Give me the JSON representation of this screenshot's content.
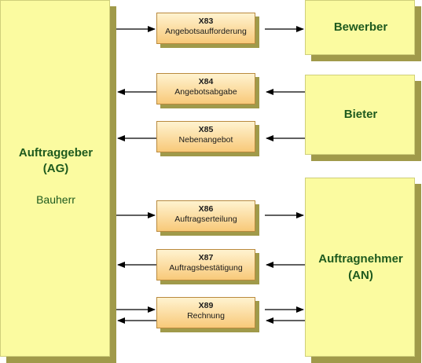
{
  "client": {
    "title": "Auftraggeber",
    "abbr": "(AG)",
    "subtitle": "Bauherr"
  },
  "parties": {
    "bewerber": "Bewerber",
    "bieter": "Bieter",
    "auftragnehmer": "Auftragnehmer",
    "auftragnehmer_abbr": "(AN)"
  },
  "messages": [
    {
      "code": "X83",
      "name": "Angebotsaufforderung"
    },
    {
      "code": "X84",
      "name": "Angebotsabgabe"
    },
    {
      "code": "X85",
      "name": "Nebenangebot"
    },
    {
      "code": "X86",
      "name": "Auftragserteilung"
    },
    {
      "code": "X87",
      "name": "Auftragsbestätigung"
    },
    {
      "code": "X89",
      "name": "Rechnung"
    }
  ]
}
